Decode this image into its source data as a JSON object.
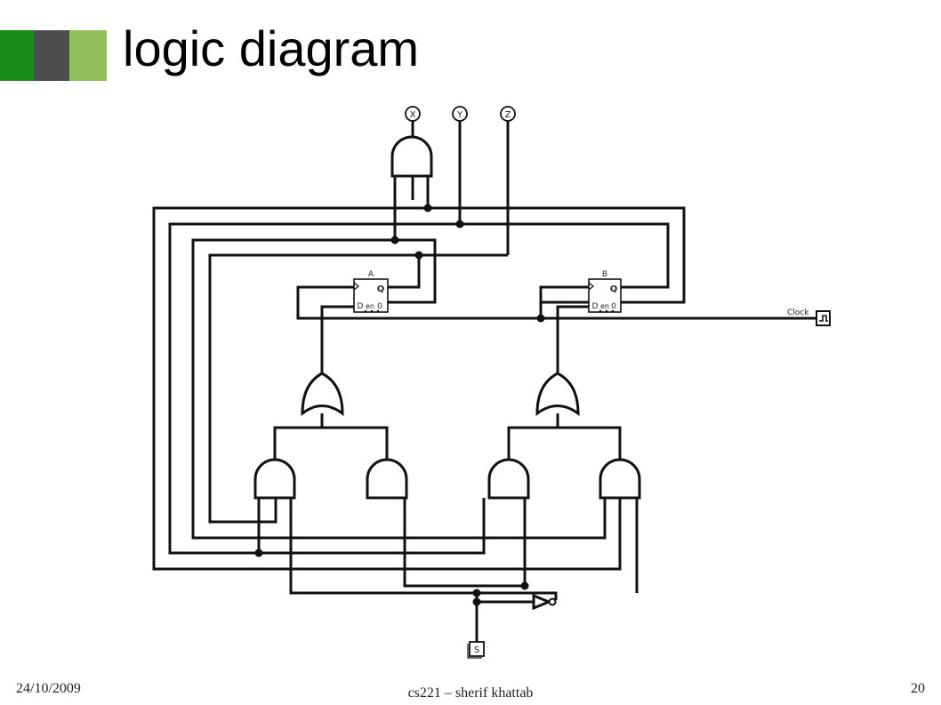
{
  "slide": {
    "title": "logic diagram",
    "date": "24/10/2009",
    "author": "cs221 – sherif khattab",
    "page": "20"
  },
  "colors": {
    "accent_dark_green": "#1a8c1a",
    "accent_gray": "#4d4d4d",
    "accent_light_green": "#92c05c"
  },
  "circuit": {
    "inputs": {
      "x": "X",
      "y": "Y",
      "z": "Z"
    },
    "ff_a": {
      "name": "A",
      "q": "Q",
      "d": "D",
      "en": "en",
      "zero": "0"
    },
    "ff_b": {
      "name": "B",
      "q": "Q",
      "d": "D",
      "en": "en",
      "zero": "0"
    },
    "clock": "Clock",
    "select": "S"
  }
}
